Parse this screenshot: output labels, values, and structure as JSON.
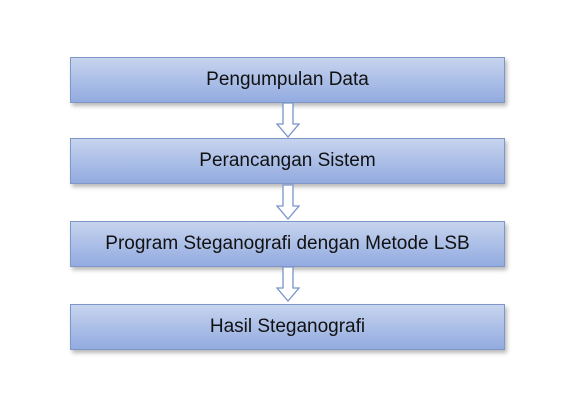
{
  "flowchart": {
    "steps": [
      {
        "label": "Pengumpulan Data"
      },
      {
        "label": "Perancangan Sistem"
      },
      {
        "label": "Program Steganografi dengan Metode LSB"
      },
      {
        "label": "Hasil Steganografi"
      }
    ],
    "colors": {
      "box_fill_top": "#c7d4ee",
      "box_fill_bottom": "#93abe0",
      "box_border": "#7f97c7",
      "arrow_stroke": "#7a93c9",
      "arrow_fill": "#ffffff",
      "text": "#111111"
    }
  }
}
